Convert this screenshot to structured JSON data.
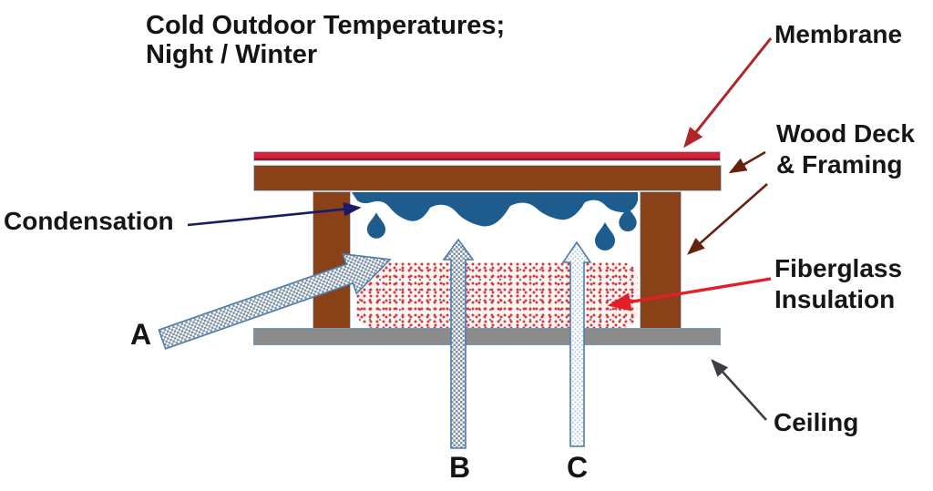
{
  "title": {
    "line1": "Cold Outdoor Temperatures;",
    "line2": "Night / Winter"
  },
  "labels": {
    "membrane": "Membrane",
    "wood_deck_line1": "Wood Deck",
    "wood_deck_line2": "& Framing",
    "condensation": "Condensation",
    "fiberglass_line1": "Fiberglass",
    "fiberglass_line2": "Insulation",
    "ceiling": "Ceiling",
    "marker_a": "A",
    "marker_b": "B",
    "marker_c": "C"
  },
  "icons": {
    "arrow_a": "diagonal-airflow-arrow",
    "arrow_b": "vertical-airflow-arrow",
    "arrow_c": "vertical-airflow-arrow-light",
    "condensation_drops": "water-droplets"
  },
  "colors": {
    "membrane_red": "#d52237",
    "membrane_dark_edge": "#8e1c30",
    "wood_brown": "#8a4118",
    "ceiling_gray": "#8b8b8b",
    "outline_light_blue": "#a9cbe4",
    "condensation_blue": "#1f5c8e",
    "insulation_dot_red": "#d03a3a",
    "insulation_dot_blue": "#6d86a8",
    "airflow_checker_blue": "#7d91a6",
    "airflow_border_blue": "#4d7cab",
    "leader_membrane": "#b02525",
    "leader_wood": "#66220f",
    "leader_condensation": "#181a66",
    "leader_fiberglass": "#e41e26",
    "leader_ceiling": "#3e3e46",
    "text": "#161616"
  }
}
